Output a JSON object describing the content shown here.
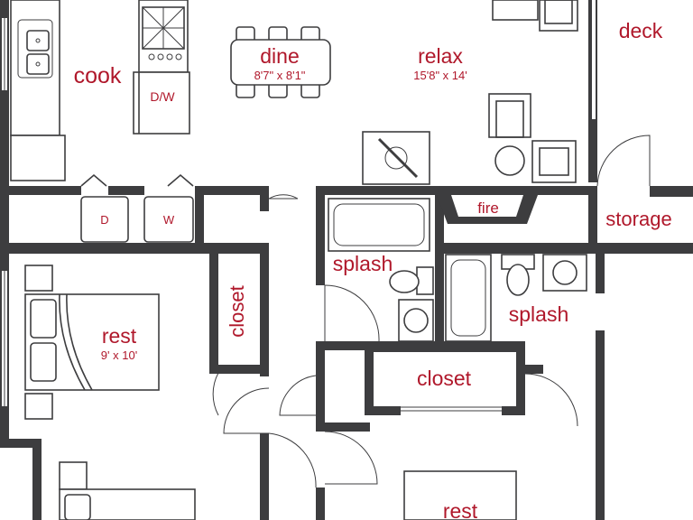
{
  "colors": {
    "label": "#b0182b",
    "wall": "#3d3d3f",
    "background": "#ffffff"
  },
  "rooms": {
    "cook": "cook",
    "dine": "dine",
    "dine_dim": "8'7\" x 8'1\"",
    "relax": "relax",
    "relax_dim": "15'8\" x 14'",
    "deck": "deck",
    "fire": "fire",
    "storage": "storage",
    "splash_left": "splash",
    "splash_right": "splash",
    "rest_left": "rest",
    "rest_left_dim": "9' x 10'",
    "closet_vertical": "closet",
    "closet_hall": "closet",
    "rest_bottom": "rest"
  },
  "appliances": {
    "dishwasher": "D/W",
    "dryer": "D",
    "washer": "W"
  }
}
